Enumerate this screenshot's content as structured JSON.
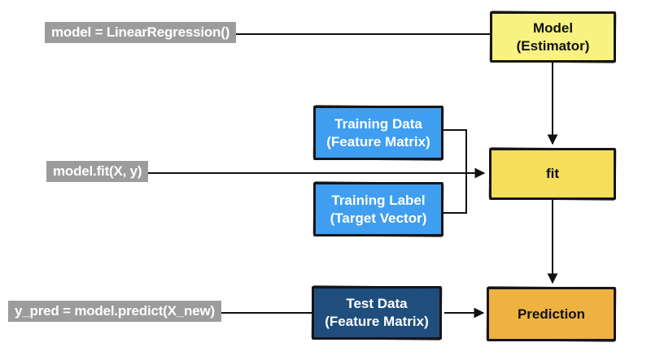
{
  "canvas": {
    "background": "#ffffff"
  },
  "colors": {
    "code_label_bg": "#9c9c9c",
    "code_label_text": "#ffffff",
    "wire": "#111111",
    "node_border": "#171717"
  },
  "code_labels": {
    "create": "model = LinearRegression()",
    "fit_call": "model.fit(X, y)",
    "predict_call": "y_pred = model.predict(X_new)"
  },
  "nodes": {
    "model": {
      "title": "Model",
      "subtitle": "(Estimator)",
      "fill": "#f8f282",
      "text_color": "#111111"
    },
    "fit": {
      "title": "fit",
      "subtitle": "",
      "fill": "#f5de5a",
      "text_color": "#111111"
    },
    "prediction": {
      "title": "Prediction",
      "subtitle": "",
      "fill": "#efb240",
      "text_color": "#111111"
    },
    "training_data": {
      "title": "Training Data",
      "subtitle": "(Feature Matrix)",
      "fill": "#3f9eef",
      "text_color": "#ffffff"
    },
    "training_label": {
      "title": "Training Label",
      "subtitle": "(Target Vector)",
      "fill": "#3f9eef",
      "text_color": "#ffffff"
    },
    "test_data": {
      "title": "Test Data",
      "subtitle": "(Feature Matrix)",
      "fill": "#1f4e7c",
      "text_color": "#ffffff"
    }
  }
}
